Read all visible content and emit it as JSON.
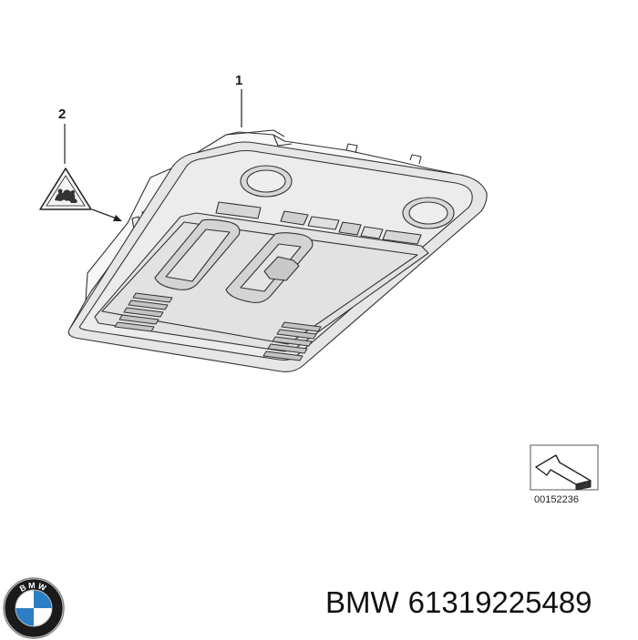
{
  "diagram": {
    "callouts": [
      {
        "number": "1",
        "part": "roof-console"
      },
      {
        "number": "2",
        "part": "warning-sticker"
      }
    ],
    "reference_code": "00152236",
    "icons": [
      "roof-console-drawing",
      "warning-triangle-icon",
      "orientation-arrow-icon"
    ]
  },
  "caption": {
    "brand": "BMW",
    "part_number": "61319225489"
  },
  "logo": {
    "name": "bmw-roundel-logo",
    "text": "BMW",
    "colors": {
      "ring": "#1a1a1a",
      "blue": "#2c7fc4",
      "white": "#ffffff"
    }
  }
}
